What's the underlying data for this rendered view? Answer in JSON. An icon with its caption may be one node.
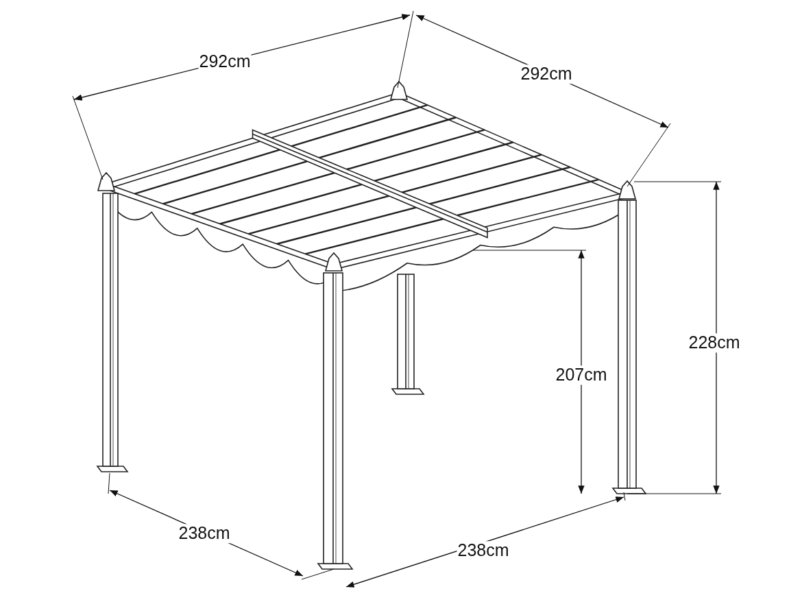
{
  "diagram": {
    "labels": [
      "292cm",
      "292cm",
      "228cm",
      "207cm",
      "238cm",
      "238cm"
    ]
  }
}
